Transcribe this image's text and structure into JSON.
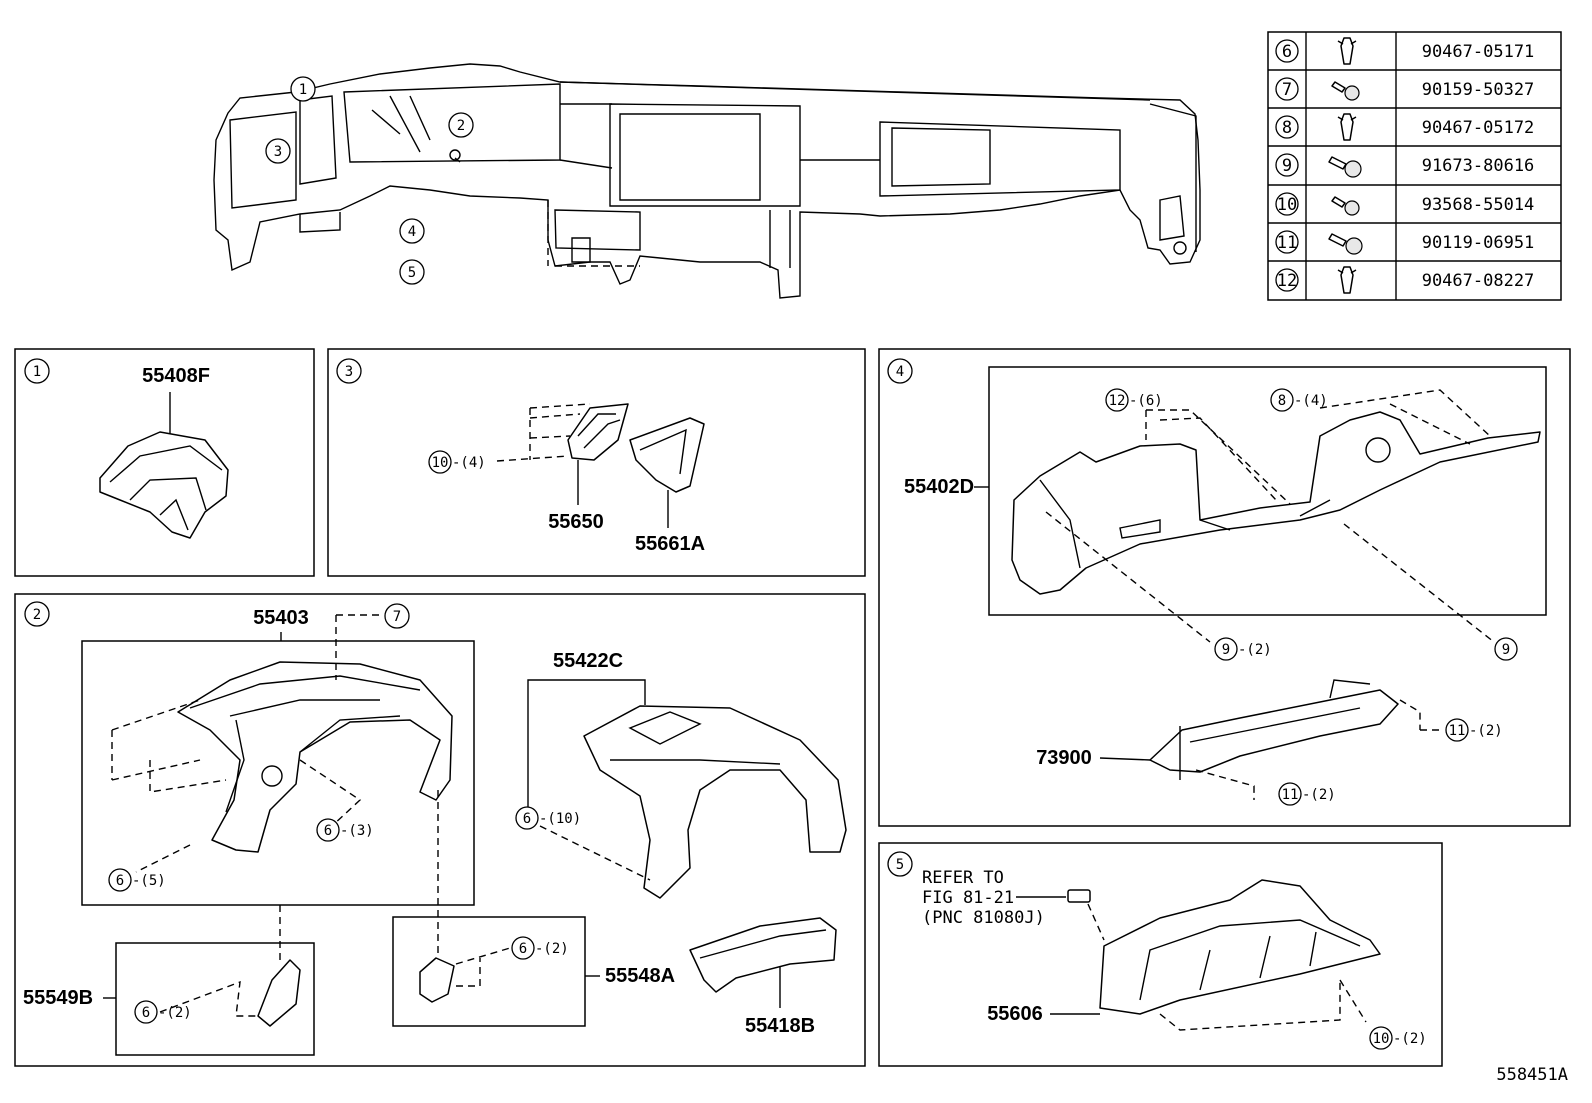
{
  "fastener_table": [
    {
      "no": "6",
      "icon": "clip-icon",
      "part": "90467-05171"
    },
    {
      "no": "7",
      "icon": "screw-icon",
      "part": "90159-50327"
    },
    {
      "no": "8",
      "icon": "clip-icon",
      "part": "90467-05172"
    },
    {
      "no": "9",
      "icon": "bolt-icon",
      "part": "91673-80616"
    },
    {
      "no": "10",
      "icon": "screw-icon",
      "part": "93568-55014"
    },
    {
      "no": "11",
      "icon": "bolt-icon",
      "part": "90119-06951"
    },
    {
      "no": "12",
      "icon": "clip-icon",
      "part": "90467-08227"
    }
  ],
  "overview_callouts": [
    "1",
    "2",
    "3",
    "4",
    "5"
  ],
  "panel1": {
    "no": "1",
    "parts": [
      "55408F"
    ]
  },
  "panel3": {
    "no": "3",
    "parts": [
      "55650",
      "55661A"
    ],
    "fastener": {
      "no": "10",
      "qty": "-(4)"
    }
  },
  "panel2": {
    "no": "2",
    "parts": [
      "55403",
      "55422C",
      "55549B",
      "55548A",
      "55418B"
    ],
    "fasteners": [
      {
        "no": "7",
        "qty": ""
      },
      {
        "no": "6",
        "qty": "-(3)"
      },
      {
        "no": "6",
        "qty": "-(5)"
      },
      {
        "no": "6",
        "qty": "-(10)"
      },
      {
        "no": "6",
        "qty": "-(2)"
      },
      {
        "no": "6",
        "qty": "-(2)"
      }
    ]
  },
  "panel4": {
    "no": "4",
    "parts": [
      "55402D",
      "73900"
    ],
    "fasteners": [
      {
        "no": "12",
        "qty": "-(6)"
      },
      {
        "no": "8",
        "qty": "-(4)"
      },
      {
        "no": "9",
        "qty": "-(2)"
      },
      {
        "no": "9",
        "qty": ""
      },
      {
        "no": "11",
        "qty": "-(2)"
      },
      {
        "no": "11",
        "qty": "-(2)"
      }
    ]
  },
  "panel5": {
    "no": "5",
    "parts": [
      "55606"
    ],
    "refer": [
      "REFER TO",
      "FIG 81-21",
      "(PNC 81080J)"
    ],
    "fastener": {
      "no": "10",
      "qty": "-(2)"
    }
  },
  "figure_id": "558451A"
}
